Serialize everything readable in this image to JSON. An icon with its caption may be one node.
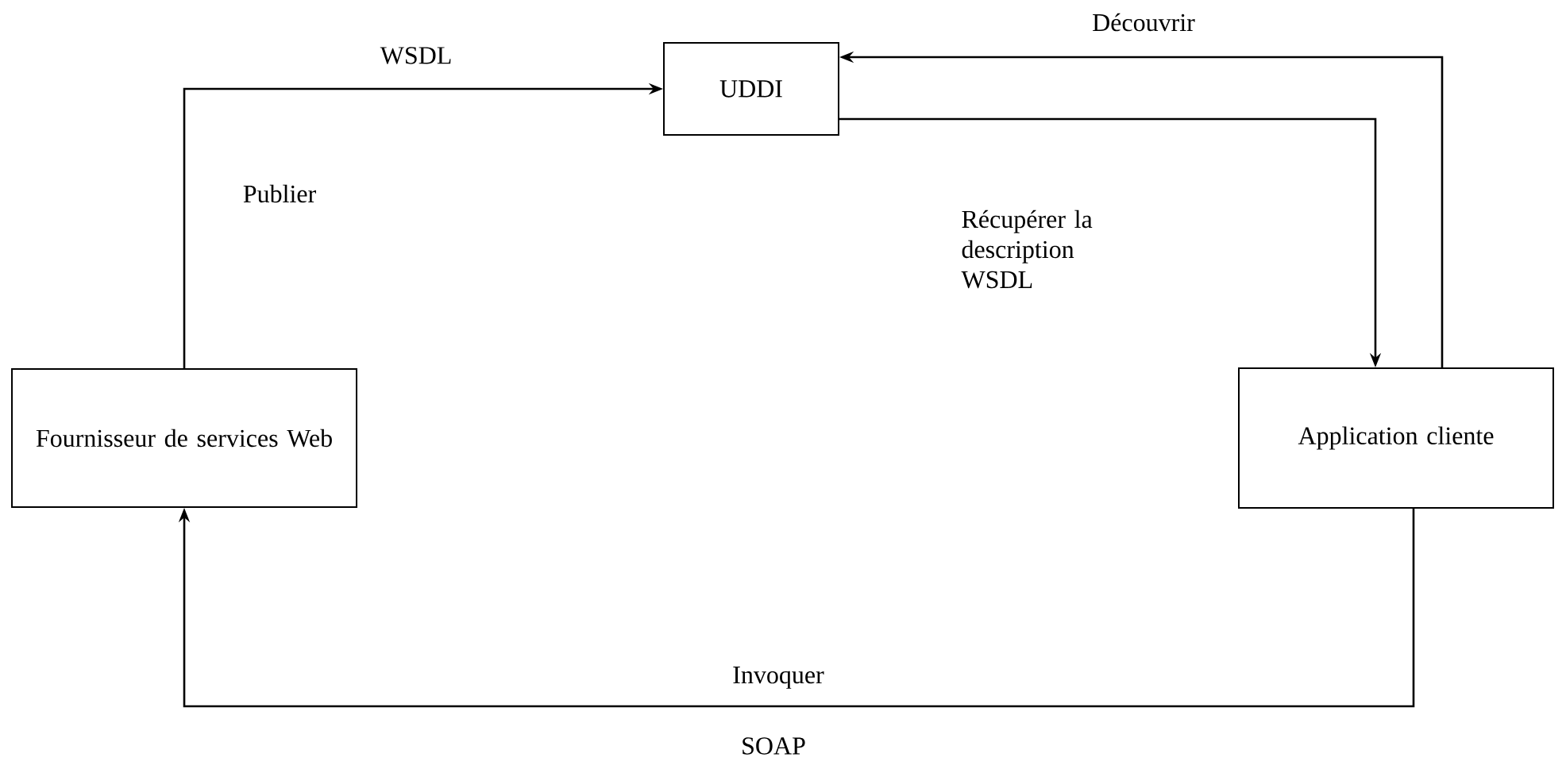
{
  "diagram": {
    "nodes": [
      {
        "text": [
          "UDDI"
        ]
      },
      {
        "text": [
          "Fournisseur de services Web"
        ]
      },
      {
        "text": [
          "Application cliente"
        ]
      }
    ],
    "edges": [
      {
        "from": 1,
        "to": 0,
        "arrow": "to",
        "label": "Publier"
      },
      {
        "from": 2,
        "to": 0,
        "arrow": "to",
        "label": "Découvrir"
      },
      {
        "from": 0,
        "to": 2,
        "arrow": "to",
        "label": "Récupérer la description WSDL"
      },
      {
        "from": 2,
        "to": 1,
        "arrow": "to",
        "label": "Invoquer"
      }
    ],
    "labels": [
      "WSDL",
      "SOAP"
    ]
  }
}
